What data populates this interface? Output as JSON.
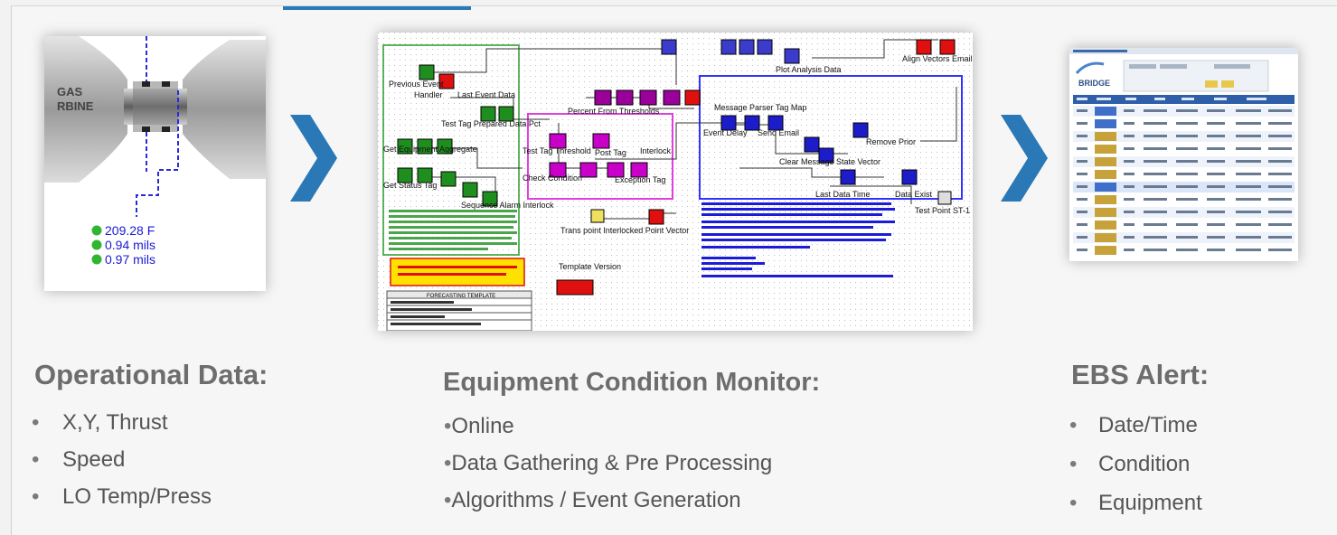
{
  "turbine": {
    "label_line1": "GAS",
    "label_line2": "RBINE",
    "readings": [
      "209.28 F",
      "0.94 mils",
      "0.97 mils"
    ],
    "reading_color": "#1a1ad4",
    "indicator_color": "#2fb52f"
  },
  "monitor_blocks": [
    "Previous Event",
    "Handler",
    "Last Event Data",
    "Test Tag Prepared Data Pct",
    "Get Equipment Aggregate",
    "Get Status Tag",
    "Sequence Alarm Interlock",
    "Percent From Thresholds",
    "Test Tag Threshold",
    "Post Tag",
    "Check Condition",
    "Exception Tag",
    "Interlock",
    "Message Parser Tag Map",
    "Event Delay",
    "Send Email",
    "Remove Prior",
    "Clear Message State Vector",
    "Last Data Time",
    "Data Exist",
    "Test Point ST-1",
    "Template Version",
    "Align Vectors Email",
    "Plot Analysis Data",
    "Trans point Interlocked Point Vector"
  ],
  "monitor_table_header": "FORECASTING TEMPLATE",
  "ebs": {
    "logo": "BRIDGE",
    "selected_row_color": "#3f6fc9",
    "header_color": "#2f5fa8"
  },
  "sections": [
    {
      "heading": "Operational Data:",
      "items": [
        "X,Y, Thrust",
        "Speed",
        "LO Temp/Press"
      ]
    },
    {
      "heading": "Equipment Condition Monitor:",
      "items": [
        "Online",
        "Data Gathering & Pre Processing",
        "Algorithms / Event Generation"
      ]
    },
    {
      "heading": "EBS Alert:",
      "items": [
        "Date/Time",
        "Condition",
        "Equipment"
      ]
    }
  ],
  "bullet_glyph": "•",
  "colors": {
    "chevron": "#2a78b6",
    "heading": "#6d6d6d",
    "accent": "#2a78b6"
  }
}
